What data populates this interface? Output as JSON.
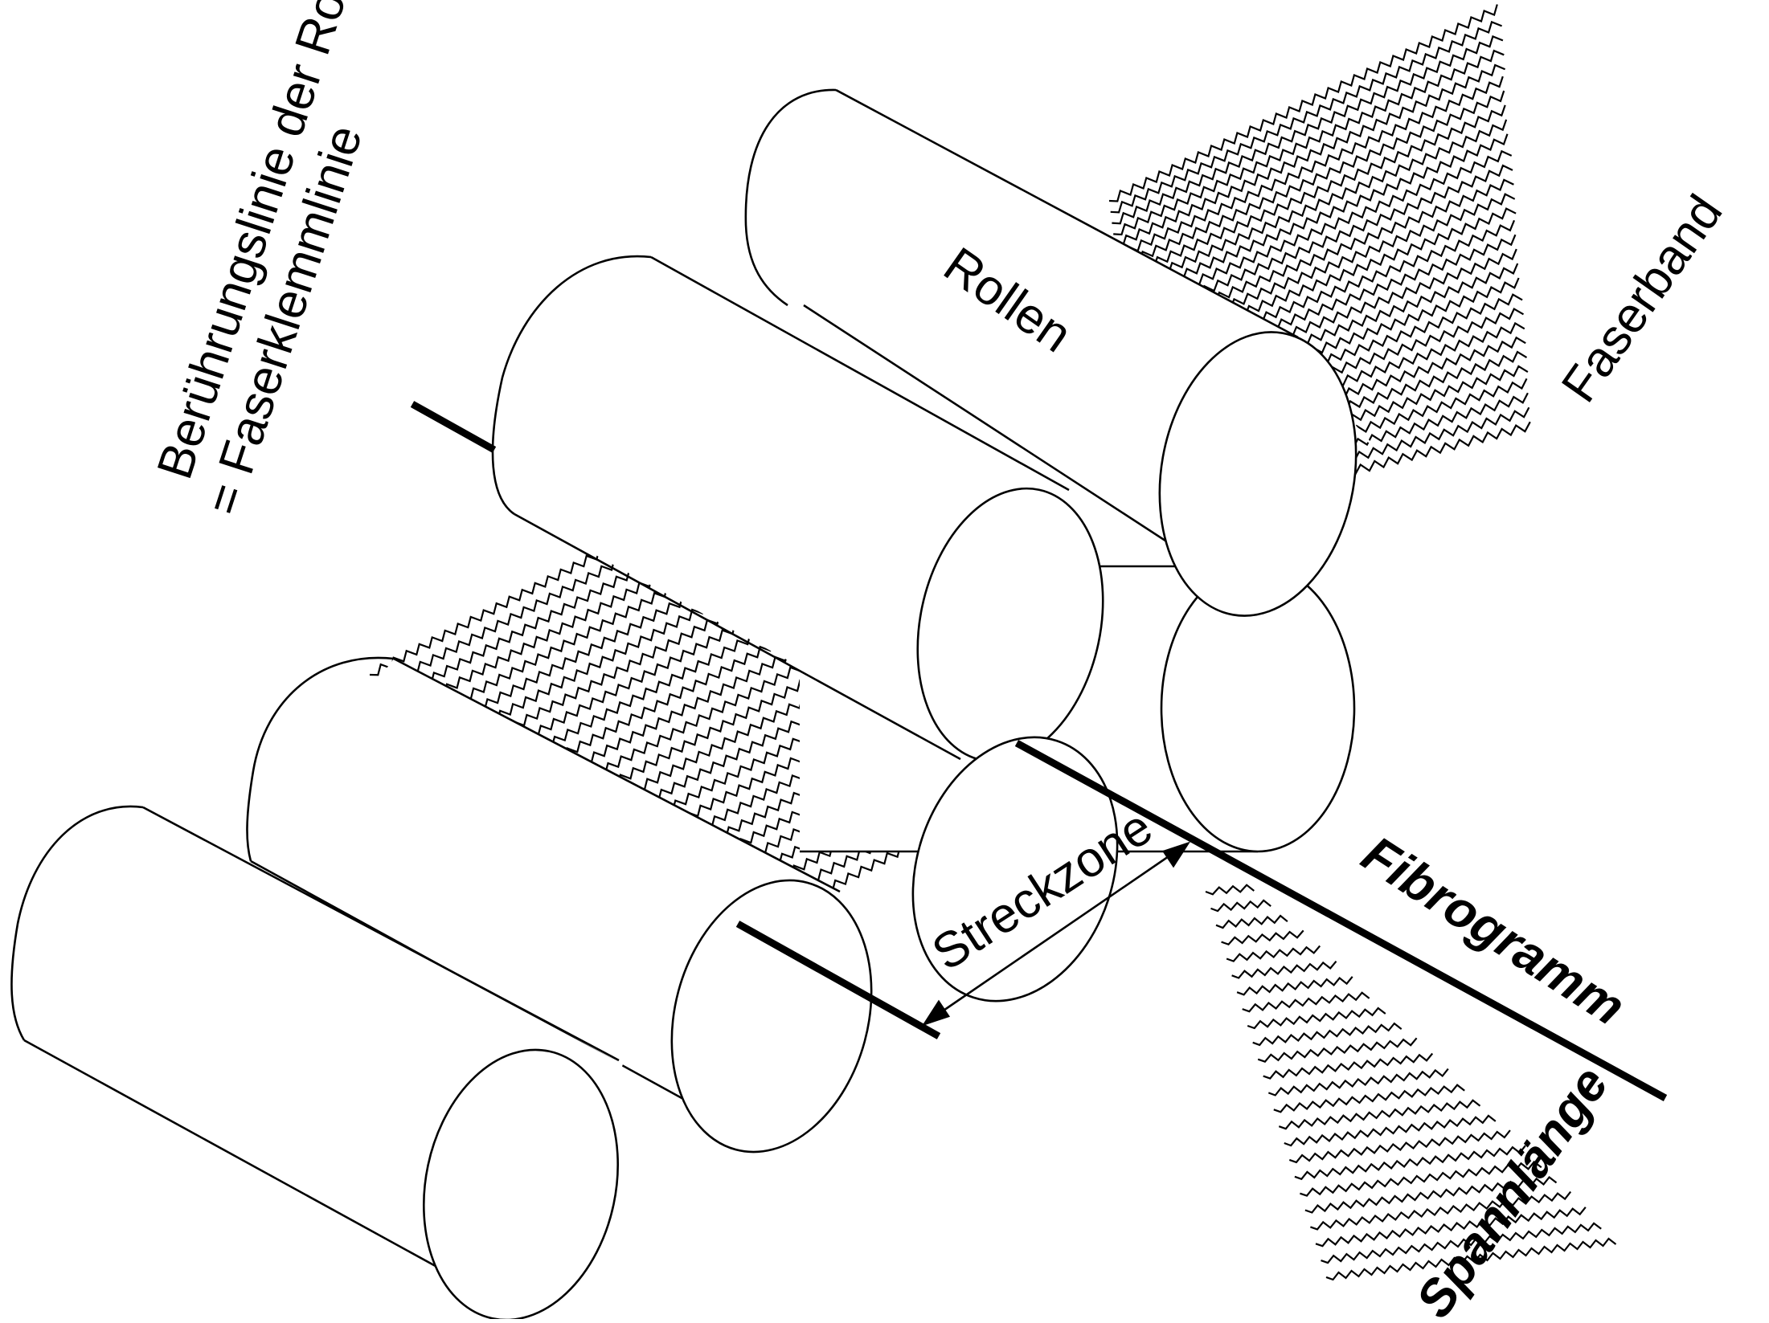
{
  "labels": {
    "contact_line_1": "Berührungslinie der Rollen",
    "contact_line_2": "= Faserklemmlinie",
    "rollers": "Rollen",
    "sliver": "Faserband",
    "draft_zone": "Streckzone",
    "fibrogram": "Fibrogramm",
    "span_length": "Spannlänge"
  },
  "colors": {
    "stroke": "#000000",
    "background": "#ffffff"
  }
}
